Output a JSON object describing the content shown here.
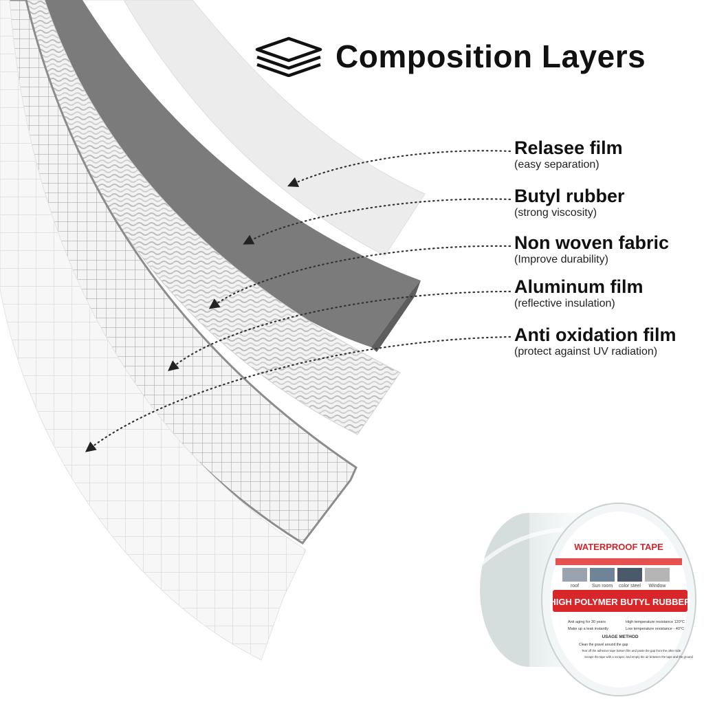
{
  "title": "Composition Layers",
  "icon": "stacked-layers-icon",
  "layers": [
    {
      "name": "Relasee film",
      "note": "(easy separation)"
    },
    {
      "name": "Butyl rubber",
      "note": "(strong viscosity)"
    },
    {
      "name": "Non woven fabric",
      "note": "(Improve durability)"
    },
    {
      "name": "Aluminum film",
      "note": "(reflective insulation)"
    },
    {
      "name": "Anti oxidation film",
      "note": "(protect against UV radiation)"
    }
  ],
  "product": {
    "band_title": "WATERPROOF TAPE",
    "scenes": [
      "roof",
      "Sun room",
      "color steel",
      "Window"
    ],
    "banner": "HIGH POLYMER BUTYL RUBBER",
    "features": [
      "Anti aging for 30 years",
      "High temperature resistance 120°C",
      "Make up a leak instantly",
      "Low temperature resistance - 40°C"
    ],
    "usage_title": "USAGE METHOD",
    "usage_steps": [
      "Clean the gravel around the gap",
      "Tear off the adhesive tape bottom film and paste the gap from the other side",
      "Scrape the tape with a scraper, and empty the air between the tape and the ground"
    ]
  },
  "colors": {
    "butyl": "#7a7a7a",
    "banner_red": "#d9262b",
    "band_red": "#e0322f"
  }
}
